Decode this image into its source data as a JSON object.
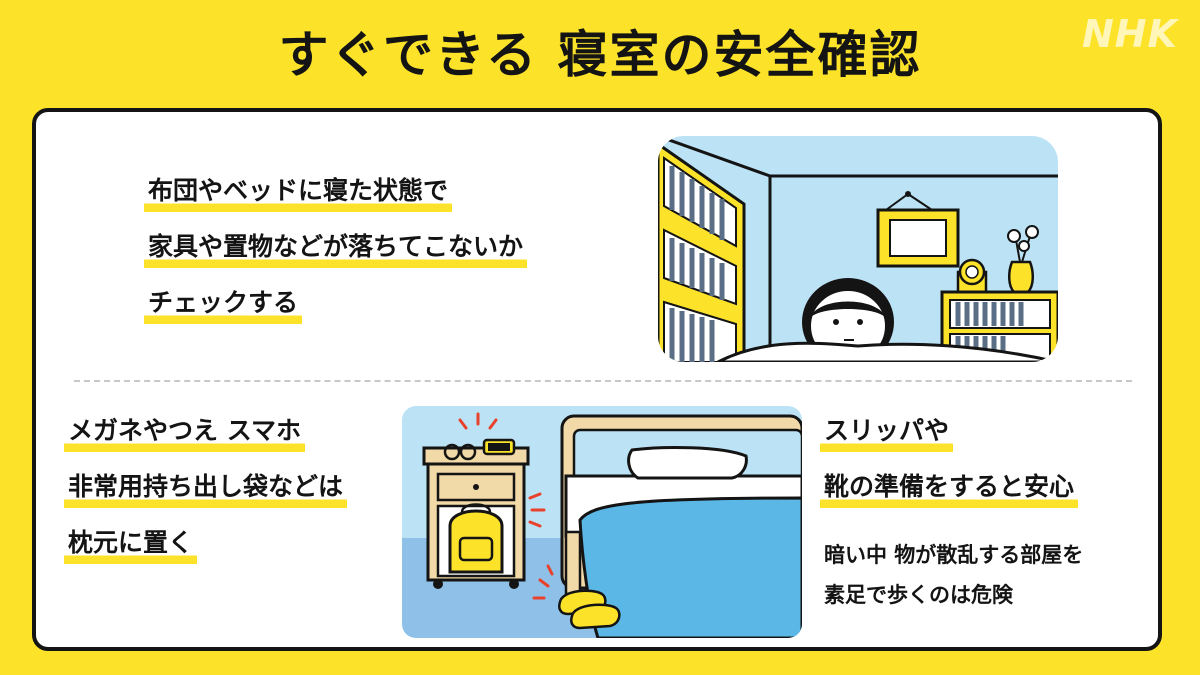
{
  "header": {
    "title": "すぐできる 寝室の安全確認",
    "logo": "NHK"
  },
  "colors": {
    "background": "#FCE329",
    "highlight": "#FCE329",
    "text": "#141414",
    "wall": "#BCE3F5",
    "floor": "#8FC1E8",
    "blanket": "#5BB8E6"
  },
  "section1": {
    "lines": [
      "布団やベッドに寝た状態で",
      "家具や置物などが落ちてこないか",
      "チェックする"
    ],
    "illustration": "person-lying-in-bed-looking-up-at-room-illustration"
  },
  "section2": {
    "left_lines": [
      "メガネやつえ スマホ",
      "非常用持ち出し袋などは",
      "枕元に置く"
    ],
    "right_lines": [
      "スリッパや",
      "靴の準備をすると安心"
    ],
    "note_lines": [
      "暗い中 物が散乱する部屋を",
      "素足で歩くのは危険"
    ],
    "illustration": "bedside-table-with-glasses-phone-bag-and-slippers-illustration"
  }
}
